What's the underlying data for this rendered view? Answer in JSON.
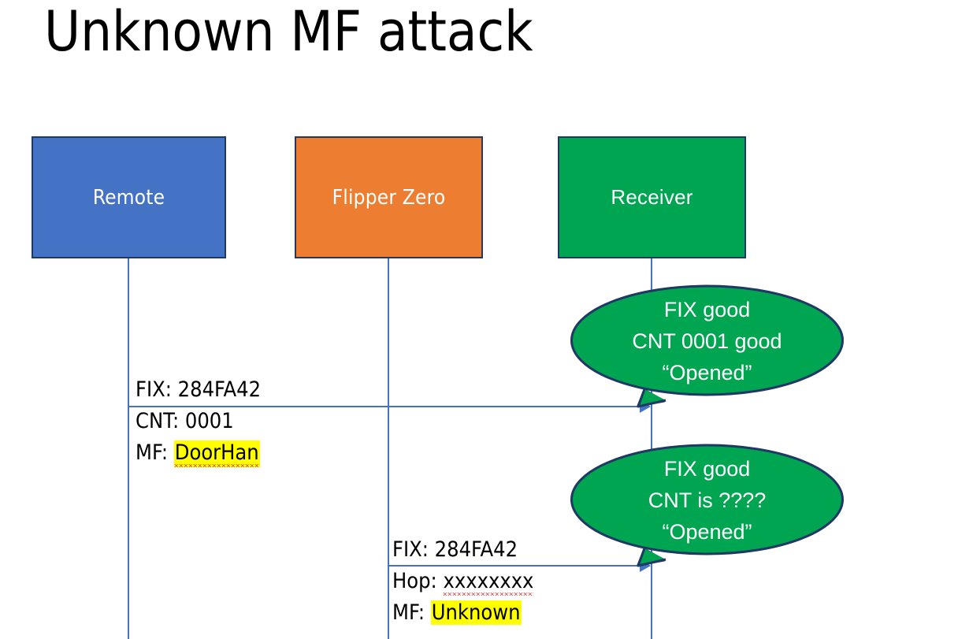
{
  "slide": {
    "title": "Unknown MF attack",
    "background": "#FFFFFF"
  },
  "colors": {
    "remote_fill": "#4472C4",
    "flipper_fill": "#ED7D31",
    "receiver_fill": "#00A551",
    "box_border": "#1F3864",
    "arrow": "#4472C4",
    "callout_fill": "#00A551",
    "callout_border": "#1F3864",
    "highlight": "#FFFF00",
    "spellcheck_underline": "#E03A3A",
    "text": "#000000",
    "box_text": "#FFFFFF"
  },
  "actors": [
    {
      "id": "remote",
      "label": "Remote"
    },
    {
      "id": "flipper",
      "label": "Flipper Zero"
    },
    {
      "id": "receiver",
      "label": "Receiver"
    }
  ],
  "messages": [
    {
      "id": "msg-1",
      "from": "remote",
      "to": "receiver",
      "lines": [
        {
          "prefix": "FIX: ",
          "value": "284FA42",
          "highlight": false,
          "spellcheck_error": false
        },
        {
          "prefix": "CNT: ",
          "value": "0001",
          "highlight": false,
          "spellcheck_error": false
        },
        {
          "prefix": "MF: ",
          "value": "DoorHan",
          "highlight": true,
          "spellcheck_error": true
        }
      ]
    },
    {
      "id": "msg-2",
      "from": "flipper",
      "to": "receiver",
      "lines": [
        {
          "prefix": "FIX: ",
          "value": "284FA42",
          "highlight": false,
          "spellcheck_error": false
        },
        {
          "prefix": "Hop: ",
          "value": "xxxxxxxx",
          "highlight": false,
          "spellcheck_error": true
        },
        {
          "prefix": "MF: ",
          "value": "Unknown",
          "highlight": true,
          "spellcheck_error": false
        }
      ]
    }
  ],
  "callouts": [
    {
      "id": "callout-1",
      "owner": "receiver",
      "line1": "FIX good",
      "line2": "CNT 0001 good",
      "line3": "“Opened”"
    },
    {
      "id": "callout-2",
      "owner": "receiver",
      "line1": "FIX good",
      "line2": "CNT is ????",
      "line3": "“Opened”"
    }
  ]
}
